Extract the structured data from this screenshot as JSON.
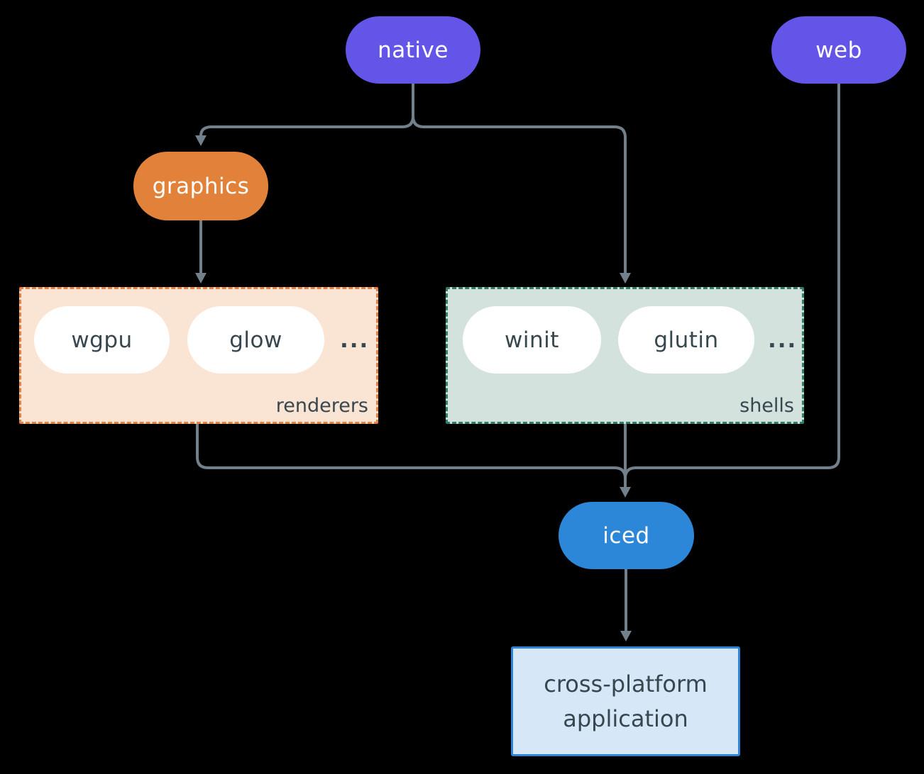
{
  "theme": {
    "background": "#000000",
    "connector_color": "#72808C",
    "text_light": "#FFFFFF",
    "text_dark": "#37474F",
    "native_fill": "#6355E8",
    "web_fill": "#6355E8",
    "graphics_fill": "#E2823A",
    "iced_fill": "#2C87D8",
    "renderers_fill": "#FAE4D4",
    "renderers_border": "#E9813C",
    "shells_fill": "#D3E2DC",
    "shells_border": "#2F7E6B",
    "app_fill": "#D6E7F7",
    "app_border": "#2E83D6",
    "item_pill_fill": "#FFFFFF"
  },
  "nodes": {
    "native": {
      "label": "native"
    },
    "web": {
      "label": "web"
    },
    "graphics": {
      "label": "graphics"
    },
    "iced": {
      "label": "iced"
    },
    "app": {
      "line1": "cross-platform",
      "line2": "application"
    }
  },
  "groups": {
    "renderers": {
      "label": "renderers",
      "items": [
        "wgpu",
        "glow"
      ],
      "ellipsis": "..."
    },
    "shells": {
      "label": "shells",
      "items": [
        "winit",
        "glutin"
      ],
      "ellipsis": "..."
    }
  },
  "edges": [
    {
      "from": "native",
      "to": "graphics",
      "arrow": true
    },
    {
      "from": "native",
      "to": "shells",
      "arrow": true
    },
    {
      "from": "graphics",
      "to": "renderers",
      "arrow": true
    },
    {
      "from": "renderers",
      "to": "iced",
      "arrow": false
    },
    {
      "from": "web",
      "to": "iced",
      "arrow": false
    },
    {
      "from": "shells",
      "to": "iced",
      "arrow": true
    },
    {
      "from": "iced",
      "to": "app",
      "arrow": true
    }
  ]
}
